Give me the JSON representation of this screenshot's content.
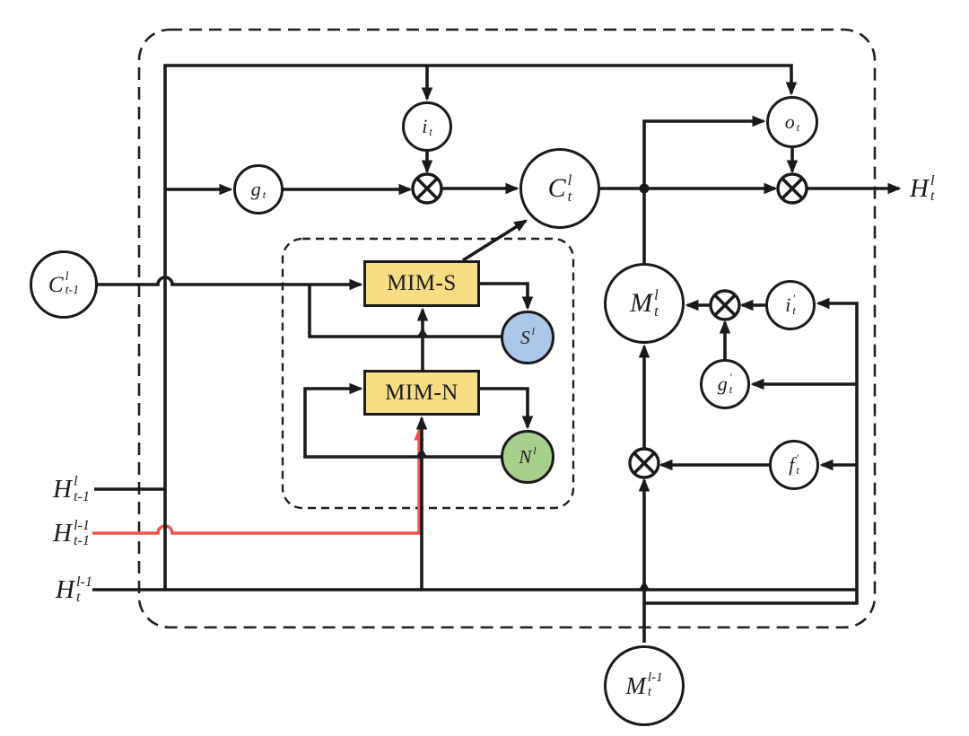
{
  "colors": {
    "line": "#1a1a1a",
    "red_line": "#f0534e",
    "mim_box_fill": "#f6dc83",
    "s_node_fill": "#abc8e8",
    "n_node_fill": "#a8d08d"
  },
  "operators": {
    "elementwise_multiply": "⊗"
  },
  "gates": {
    "i": {
      "base": "i",
      "sup": "",
      "sub": "t"
    },
    "g": {
      "base": "g",
      "sup": "",
      "sub": "t"
    },
    "o": {
      "base": "o",
      "sup": "",
      "sub": "t"
    },
    "i_prime": {
      "base": "i",
      "sup": "′",
      "sub": "t"
    },
    "g_prime": {
      "base": "g",
      "sup": "′",
      "sub": "t"
    },
    "f_prime": {
      "base": "f",
      "sup": "′",
      "sub": "t"
    }
  },
  "states": {
    "c_prev": {
      "base": "C",
      "sup": "l",
      "sub": "t-1"
    },
    "c_t": {
      "base": "C",
      "sup": "l",
      "sub": "t"
    },
    "m_t": {
      "base": "M",
      "sup": "l",
      "sub": "t"
    },
    "m_prev": {
      "base": "M",
      "sup": "l-1",
      "sub": "t"
    },
    "s": {
      "base": "S",
      "sup": "l",
      "sub": ""
    },
    "n": {
      "base": "N",
      "sup": "l",
      "sub": ""
    }
  },
  "modules": {
    "mim_s": "MIM-S",
    "mim_n": "MIM-N"
  },
  "io": {
    "h_out": {
      "base": "H",
      "sup": "l",
      "sub": "t"
    },
    "h_prev_l": {
      "base": "H",
      "sup": "l",
      "sub": "t-1"
    },
    "h_prev_lm1": {
      "base": "H",
      "sup": "l-1",
      "sub": "t-1"
    },
    "h_t_lm1": {
      "base": "H",
      "sup": "l-1",
      "sub": "t"
    }
  }
}
